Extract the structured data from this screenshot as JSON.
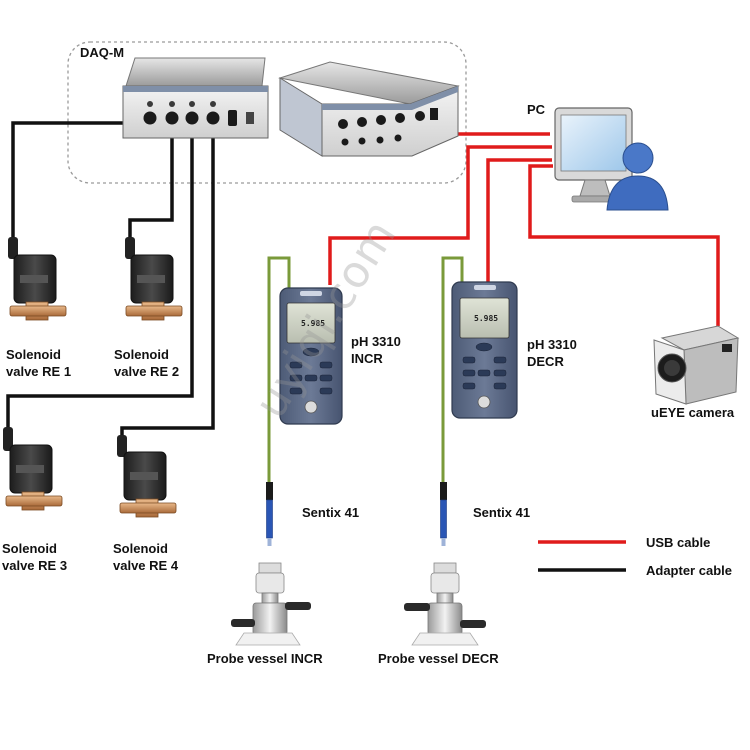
{
  "diagram": {
    "daq_label": "DAQ-M",
    "pc_label": "PC",
    "meter_incr_label": [
      "pH 3310",
      "INCR"
    ],
    "meter_decr_label": [
      "pH 3310",
      "DECR"
    ],
    "meter_screen_value": "5.985",
    "camera_label": "uEYE camera",
    "probe_label_left": "Sentix 41",
    "probe_label_right": "Sentix 41",
    "vessel_incr_label": "Probe vessel INCR",
    "vessel_decr_label": "Probe vessel DECR",
    "valves": [
      [
        "Solenoid",
        "valve RE 1"
      ],
      [
        "Solenoid",
        "valve RE 2"
      ],
      [
        "Solenoid",
        "valve RE 3"
      ],
      [
        "Solenoid",
        "valve RE 4"
      ]
    ],
    "legend": [
      {
        "label": "USB cable",
        "color": "#e01b1b"
      },
      {
        "label": "Adapter cable",
        "color": "#111111"
      }
    ],
    "watermark": "uyiqi.com"
  },
  "colors": {
    "usb": "#e01b1b",
    "adapter": "#111111",
    "probe_cable": "#7a9a3a",
    "frame": "#9a9a9a"
  }
}
